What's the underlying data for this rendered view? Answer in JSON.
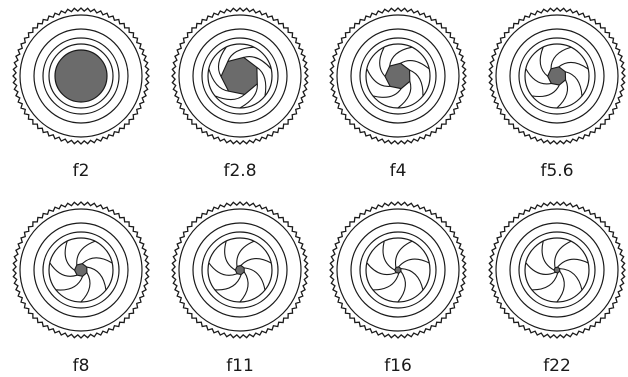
{
  "lenses": [
    {
      "label": "f2",
      "aperture_fraction": 1.0,
      "blades_visible": false
    },
    {
      "label": "f2.8",
      "aperture_fraction": 0.73,
      "blades_visible": true
    },
    {
      "label": "f4",
      "aperture_fraction": 0.5,
      "blades_visible": true
    },
    {
      "label": "f5.6",
      "aperture_fraction": 0.36,
      "blades_visible": true
    },
    {
      "label": "f8",
      "aperture_fraction": 0.25,
      "blades_visible": true
    },
    {
      "label": "f11",
      "aperture_fraction": 0.18,
      "blades_visible": true
    },
    {
      "label": "f16",
      "aperture_fraction": 0.125,
      "blades_visible": true
    },
    {
      "label": "f22",
      "aperture_fraction": 0.09,
      "blades_visible": true
    }
  ],
  "colors": {
    "aperture_fill": "#6b6b6b",
    "line": "#1a1a1a",
    "background": "#ffffff"
  }
}
